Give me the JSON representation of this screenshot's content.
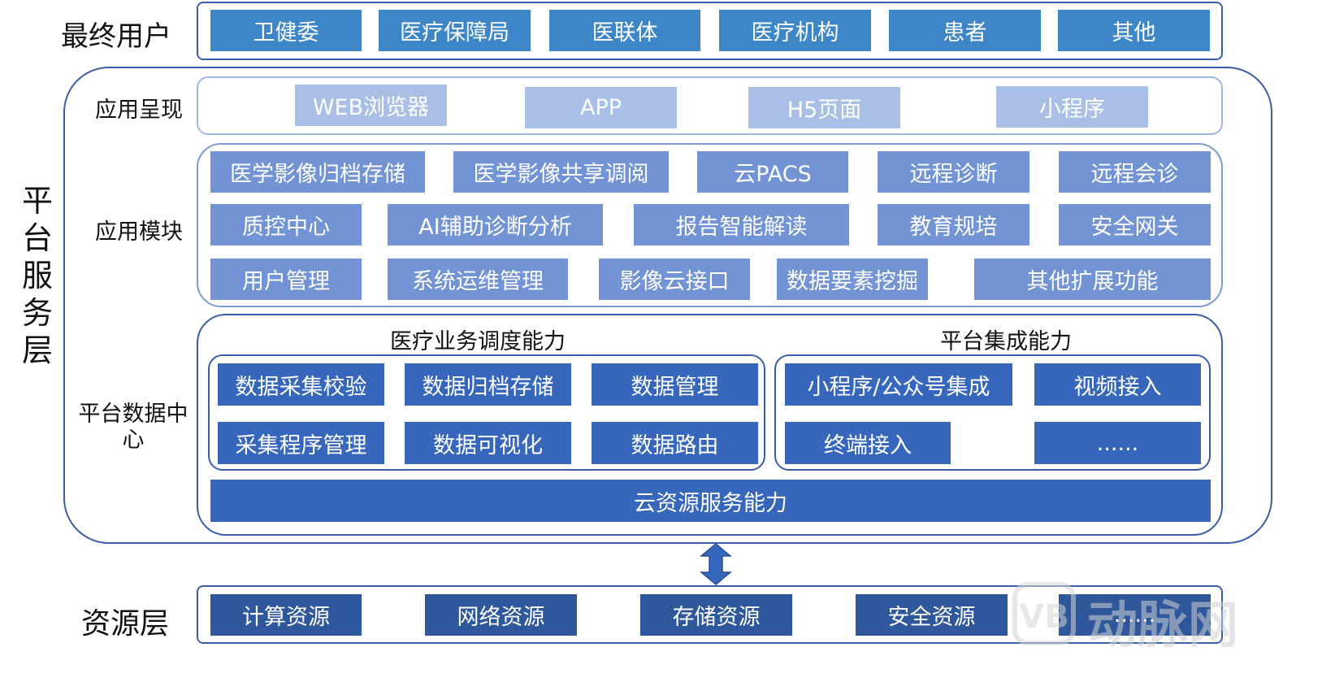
{
  "end_users": {
    "label": "最终用户",
    "items": [
      "卫健委",
      "医疗保障局",
      "医联体",
      "医疗机构",
      "患者",
      "其他"
    ]
  },
  "platform": {
    "label": "平台服务层",
    "presentation": {
      "label": "应用呈现",
      "items": [
        "WEB浏览器",
        "APP",
        "H5页面",
        "小程序"
      ]
    },
    "modules": {
      "label": "应用模块",
      "row1": [
        "医学影像归档存储",
        "医学影像共享调阅",
        "云PACS",
        "远程诊断",
        "远程会诊"
      ],
      "row2": [
        "质控中心",
        "AI辅助诊断分析",
        "报告智能解读",
        "教育规培",
        "安全网关"
      ],
      "row3": [
        "用户管理",
        "系统运维管理",
        "影像云接口",
        "数据要素挖掘",
        "其他扩展功能"
      ]
    },
    "data_center": {
      "label_line1": "平台数据中",
      "label_line2": "心",
      "medical": {
        "title": "医疗业务调度能力",
        "items": [
          "数据采集校验",
          "数据归档存储",
          "数据管理",
          "采集程序管理",
          "数据可视化",
          "数据路由"
        ]
      },
      "integration": {
        "title": "平台集成能力",
        "items": [
          "小程序/公众号集成",
          "视频接入",
          "终端接入",
          "......"
        ]
      },
      "cloud": "云资源服务能力"
    }
  },
  "resources": {
    "label": "资源层",
    "items": [
      "计算资源",
      "网络资源",
      "存储资源",
      "安全资源",
      "......"
    ]
  },
  "watermark": {
    "text": "动脉网"
  },
  "colors": {
    "user_tile": "#3d86c8",
    "presentation_tile": "#a9bfe6",
    "module_tile": "#7294d4",
    "capability_tile": "#3767bd",
    "resource_tile": "#2f579c",
    "frame_border": "#3b5fa6"
  },
  "icons": [
    "double-arrow-icon",
    "watermark-logo-icon"
  ]
}
